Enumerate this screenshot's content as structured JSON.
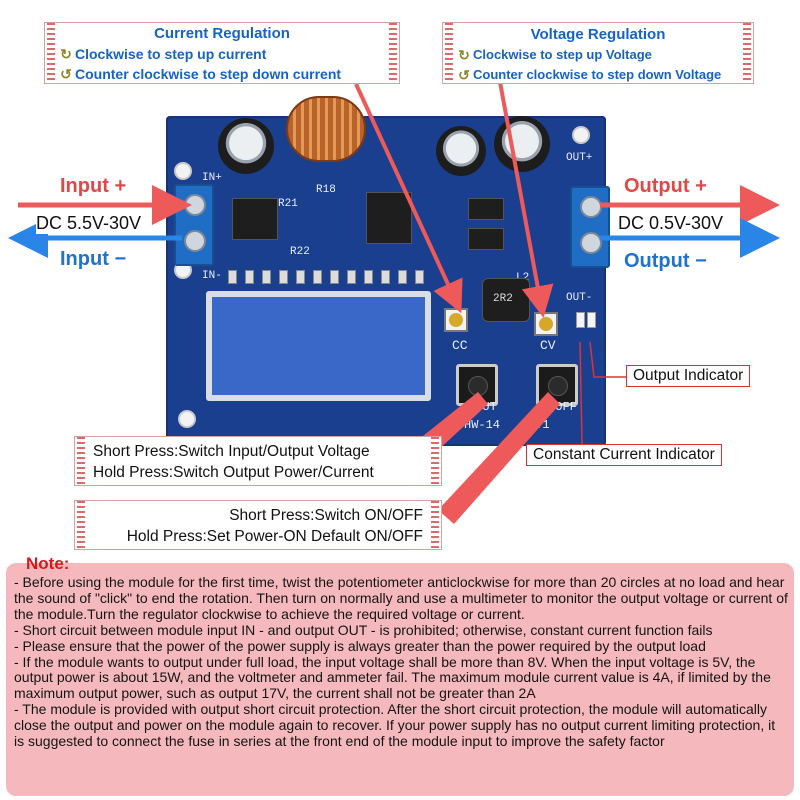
{
  "current_regulation": {
    "title": "Current Regulation",
    "clockwise": "Clockwise to step up current",
    "counter": "Counter clockwise to step down current"
  },
  "voltage_regulation": {
    "title": "Voltage Regulation",
    "clockwise": "Clockwise to step up Voltage",
    "counter": "Counter clockwise to step down Voltage"
  },
  "input": {
    "plus_label": "Input",
    "minus_label": "Input",
    "range": "DC 5.5V-30V"
  },
  "output": {
    "plus_label": "Output",
    "minus_label": "Output",
    "range": "DC 0.5V-30V"
  },
  "board": {
    "in_plus": "IN+",
    "in_minus": "IN-",
    "out_plus": "OUT+",
    "out_minus": "OUT-",
    "cc": "CC",
    "cv": "CV",
    "btn_left": "/OUT",
    "btn_right": "/OFF",
    "model": "HW-14",
    "model_suffix": "0.1",
    "r21": "R21",
    "r22": "R22",
    "l2": "L2",
    "inductor": "2R2",
    "r18": "R18"
  },
  "indicators": {
    "output": "Output Indicator",
    "constant_current": "Constant Current Indicator"
  },
  "button1": {
    "short": "Short Press:Switch Input/Output Voltage",
    "hold": "Hold Press:Switch Output Power/Current"
  },
  "button2": {
    "short": "Short Press:Switch ON/OFF",
    "hold": "Hold Press:Set Power-ON Default ON/OFF"
  },
  "note": {
    "title": "Note:",
    "items": [
      "- Before using the module for the first time, twist the potentiometer anticlockwise for more than 20 circles at no load and hear the sound of \"click\" to end the rotation. Then turn on normally and use a multimeter to monitor the output voltage or current of the module.Turn the regulator clockwise to achieve the required voltage or current.",
      "- Short circuit between module input IN - and output OUT - is prohibited; otherwise, constant current function fails",
      "- Please ensure that the power of the power supply is always greater than the power required by the output load",
      "- If the module wants to output under full load, the input voltage shall be more than 8V. When the input voltage is 5V, the output power is about 15W, and the voltmeter and ammeter fail. The maximum module current value is 4A, if limited by the maximum output power, such as output 17V, the current shall not be greater than 2A",
      "- The module is provided with output short circuit protection. After the short circuit protection, the module will automatically close the output and power on the module again to recover. If your power supply has no output current limiting protection, it is suggested to connect the fuse in series at the front end of the module input to improve the safety factor"
    ]
  },
  "colors": {
    "accent_blue": "#1663c7",
    "plus_red": "#e04848",
    "minus_blue": "#1f72cf",
    "note_bg": "#f5b9bd",
    "board_blue": "#1a3f8f"
  },
  "icons": {
    "clockwise": "clockwise-arrow-icon",
    "counter": "counterclockwise-arrow-icon"
  }
}
